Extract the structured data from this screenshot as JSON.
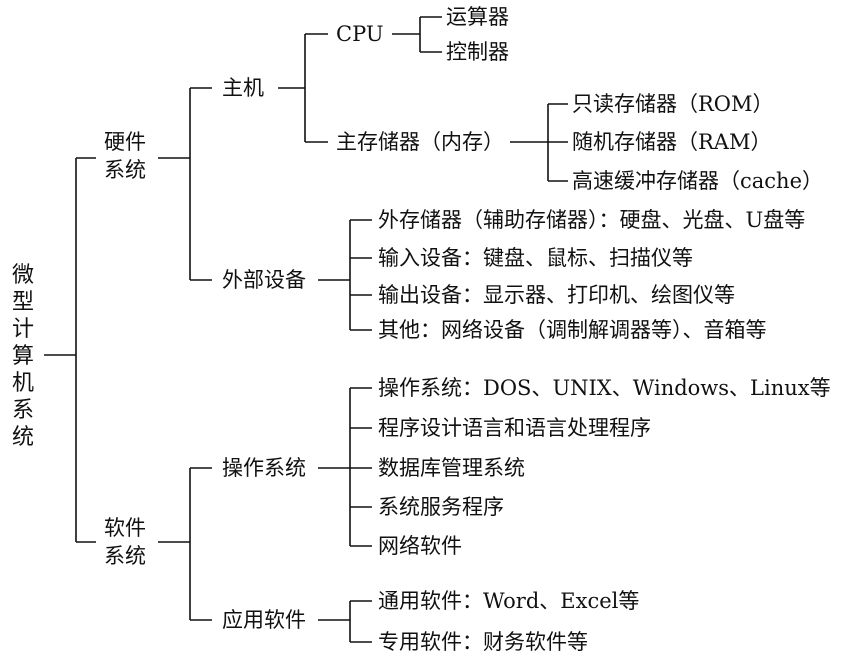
{
  "root": {
    "label": "微型计算机系统"
  },
  "hardware": {
    "line1": "硬件",
    "line2": "系统",
    "host": {
      "label": "主机",
      "cpu": {
        "label": "CPU",
        "children": [
          "运算器",
          "控制器"
        ]
      },
      "main_memory": {
        "label": "主存储器（内存）",
        "children": [
          "只读存储器（ROM）",
          "随机存储器（RAM）",
          "高速缓冲存储器（cache）"
        ]
      }
    },
    "peripherals": {
      "label": "外部设备",
      "children": [
        "外存储器（辅助存储器）：硬盘、光盘、U盘等",
        "输入设备：键盘、鼠标、扫描仪等",
        "输出设备：显示器、打印机、绘图仪等",
        "其他：网络设备（调制解调器等）、音箱等"
      ]
    }
  },
  "software": {
    "line1": "软件",
    "line2": "系统",
    "os": {
      "label": "操作系统",
      "children": [
        "操作系统：DOS、UNIX、Windows、Linux等",
        "程序设计语言和语言处理程序",
        "数据库管理系统",
        "系统服务程序",
        "网络软件"
      ]
    },
    "apps": {
      "label": "应用软件",
      "children": [
        "通用软件：Word、Excel等",
        "专用软件：财务软件等"
      ]
    }
  }
}
